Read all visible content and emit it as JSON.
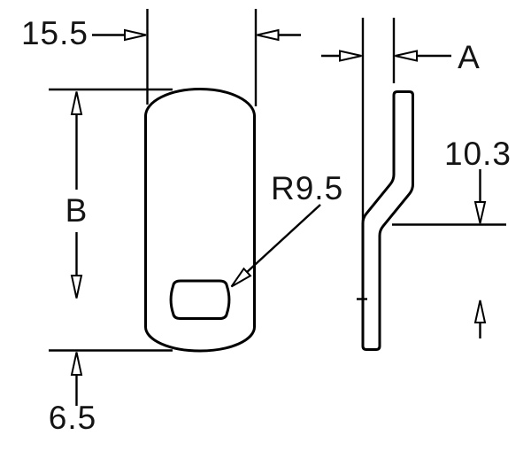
{
  "labels": {
    "cam_width": "15.5",
    "cam_length": "B",
    "end_offset": "6.5",
    "slot_radius": "R9.5",
    "cam_offset": "A",
    "bend_height": "10.3"
  },
  "colors": {
    "background": "#ffffff",
    "line": "#000000"
  }
}
